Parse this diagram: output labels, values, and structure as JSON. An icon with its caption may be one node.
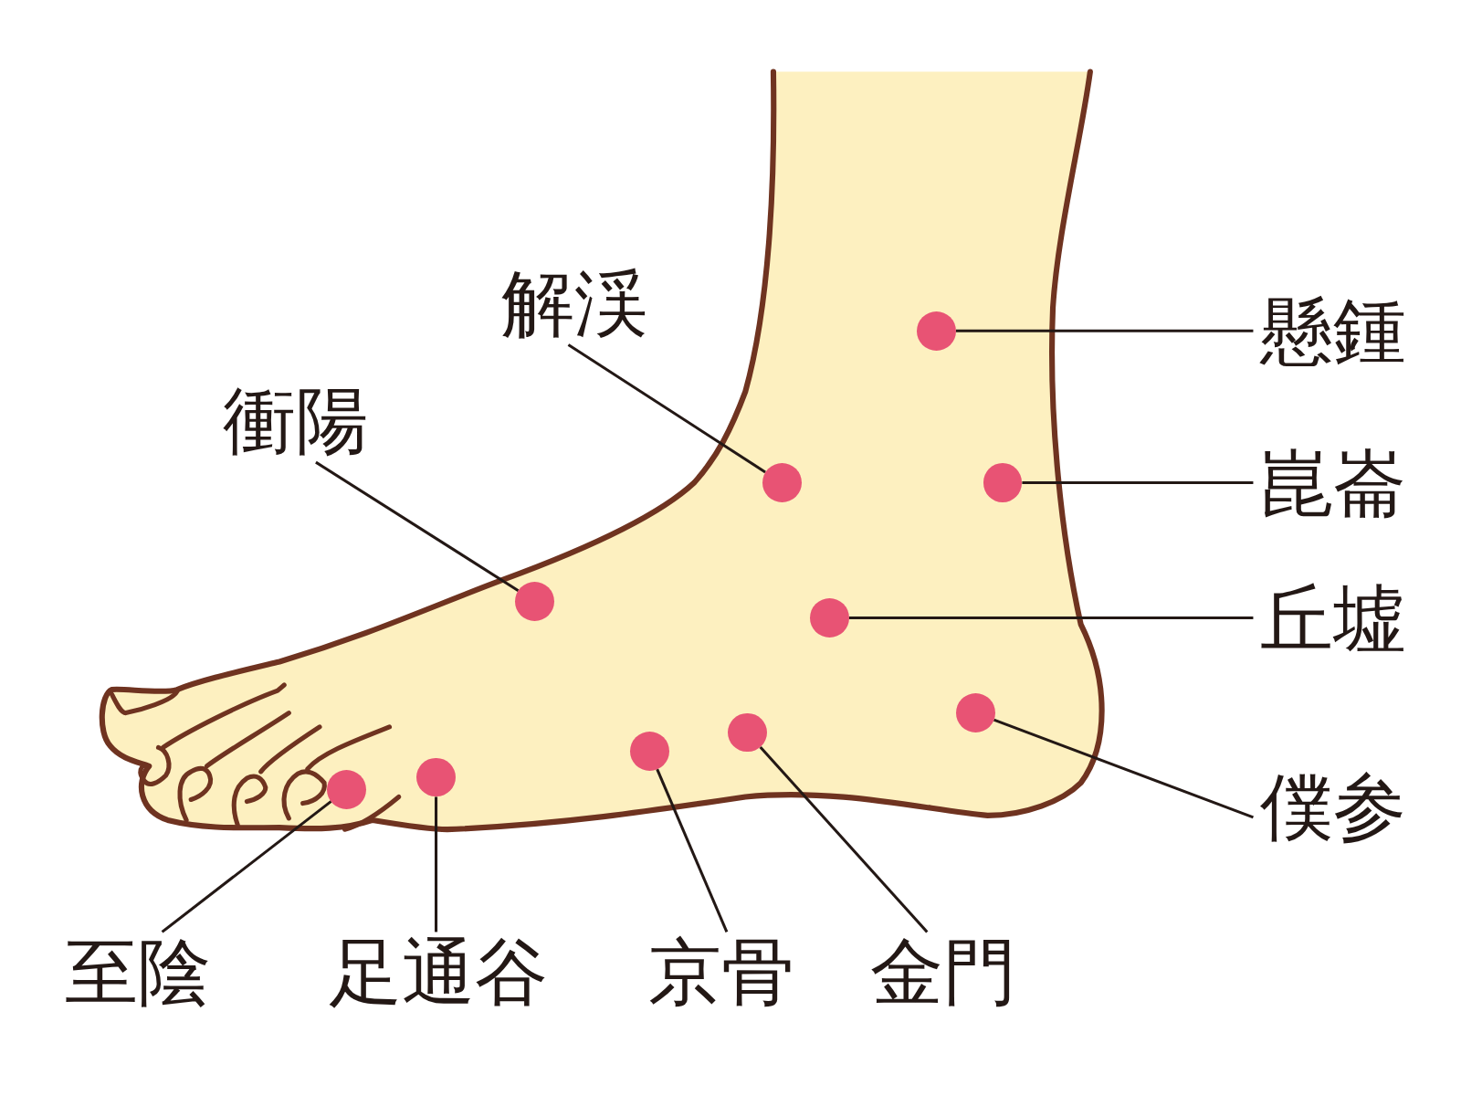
{
  "diagram": {
    "nodes": [
      {
        "text": [
          "解渓"
        ]
      },
      {
        "text": [
          "懸鍾"
        ]
      },
      {
        "text": [
          "衝陽"
        ]
      },
      {
        "text": [
          "崑崙"
        ]
      },
      {
        "text": [
          "丘墟"
        ]
      },
      {
        "text": [
          "僕参"
        ]
      },
      {
        "text": [
          "至陰"
        ]
      },
      {
        "text": [
          "足通谷"
        ]
      },
      {
        "text": [
          "京骨"
        ]
      },
      {
        "text": [
          "金門"
        ]
      },
      {
        "text": [],
        "shape": "circle"
      },
      {
        "text": [],
        "shape": "circle"
      },
      {
        "text": [],
        "shape": "circle"
      },
      {
        "text": [],
        "shape": "circle"
      },
      {
        "text": [],
        "shape": "circle"
      },
      {
        "text": [],
        "shape": "circle"
      },
      {
        "text": [],
        "shape": "circle"
      },
      {
        "text": [],
        "shape": "circle"
      },
      {
        "text": [],
        "shape": "circle"
      },
      {
        "text": [],
        "shape": "circle"
      }
    ],
    "edges": [
      {
        "from": 0,
        "to": 15,
        "arrow": "none"
      },
      {
        "from": 1,
        "to": 17,
        "arrow": "none"
      },
      {
        "from": 2,
        "to": 12,
        "arrow": "none"
      },
      {
        "from": 3,
        "to": 19,
        "arrow": "none"
      },
      {
        "from": 4,
        "to": 16,
        "arrow": "none"
      },
      {
        "from": 5,
        "to": 18,
        "arrow": "none"
      },
      {
        "from": 6,
        "to": 10,
        "arrow": "none"
      },
      {
        "from": 7,
        "to": 11,
        "arrow": "none"
      },
      {
        "from": 8,
        "to": 13,
        "arrow": "none"
      },
      {
        "from": 9,
        "to": 14,
        "arrow": "none"
      }
    ]
  }
}
